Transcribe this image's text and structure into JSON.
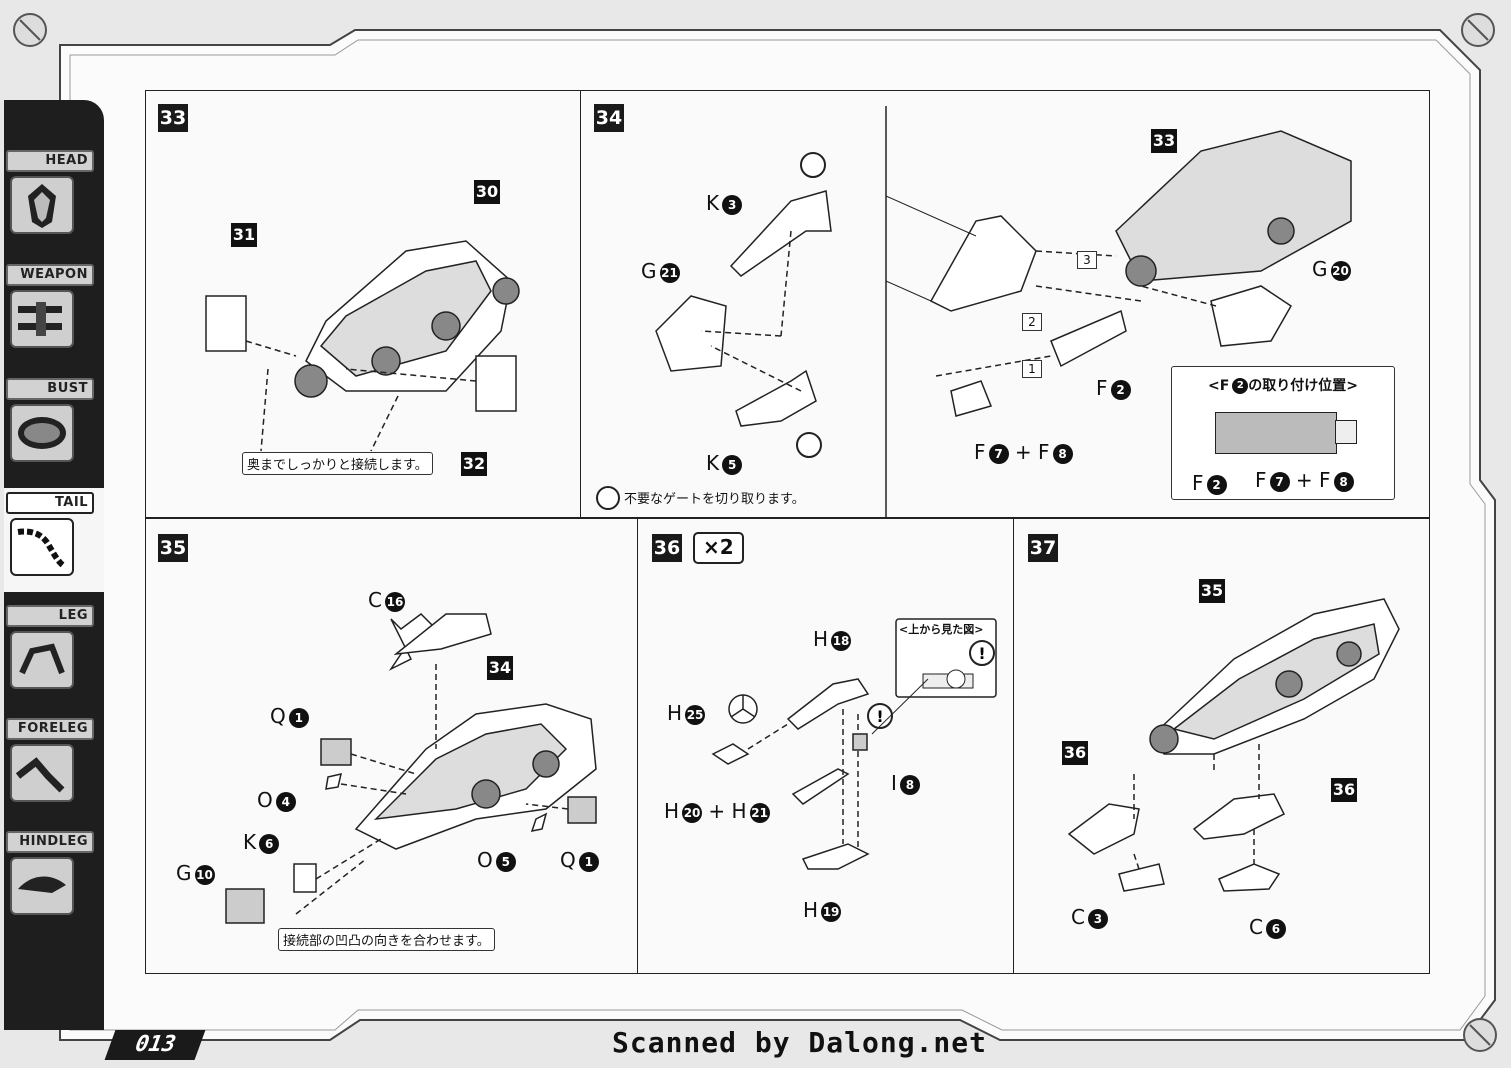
{
  "page_number": "013",
  "credit": "Scanned by Dalong.net",
  "sidebar": {
    "items": [
      {
        "label": "HEAD",
        "icon": "head-icon"
      },
      {
        "label": "WEAPON",
        "icon": "weapon-icon"
      },
      {
        "label": "BUST",
        "icon": "bust-icon"
      },
      {
        "label": "TAIL",
        "icon": "tail-icon",
        "active": true
      },
      {
        "label": "LEG",
        "icon": "leg-icon"
      },
      {
        "label": "FORELEG",
        "icon": "foreleg-icon"
      },
      {
        "label": "HINDLEG",
        "icon": "hindleg-icon"
      }
    ]
  },
  "steps": {
    "s33": {
      "number": "33",
      "part_refs": [
        "30",
        "31",
        "32"
      ],
      "note": "奥までしっかりと接続します。"
    },
    "s34": {
      "number": "34",
      "labels": {
        "k3": "K",
        "k3n": "3",
        "g21": "G",
        "g21n": "21",
        "k5": "K",
        "k5n": "5",
        "ref33": "33",
        "g20": "G",
        "g20n": "20",
        "f2": "F",
        "f2n": "2",
        "f7f8_a": "F",
        "f7n": "7",
        "plus": "+",
        "f7f8_b": "F",
        "f8n": "8",
        "order1": "1",
        "order2": "2",
        "order3": "3"
      },
      "gate_note": "不要なゲートを切り取ります。",
      "detail": {
        "title_pre": "<F",
        "title_num": "2",
        "title_post": "の取り付け位置>",
        "f2": "F",
        "f2n": "2",
        "f7": "F",
        "f7n": "7",
        "plus": "+",
        "f8": "F",
        "f8n": "8"
      }
    },
    "s35": {
      "number": "35",
      "labels": {
        "c16": "C",
        "c16n": "16",
        "ref34": "34",
        "q1a": "Q",
        "q1an": "1",
        "o4": "O",
        "o4n": "4",
        "k6": "K",
        "k6n": "6",
        "g10": "G",
        "g10n": "10",
        "o5": "O",
        "o5n": "5",
        "q1b": "Q",
        "q1bn": "1"
      },
      "note": "接続部の凹凸の向きを合わせます。"
    },
    "s36": {
      "number": "36",
      "multiplier": "×2",
      "labels": {
        "h18": "H",
        "h18n": "18",
        "h25": "H",
        "h25n": "25",
        "h20": "H",
        "h20n": "20",
        "plus": "+",
        "h21": "H",
        "h21n": "21",
        "i8": "I",
        "i8n": "8",
        "h19": "H",
        "h19n": "19"
      },
      "detail_title": "<上から見た図>"
    },
    "s37": {
      "number": "37",
      "labels": {
        "ref35": "35",
        "ref36a": "36",
        "ref36b": "36",
        "c3": "C",
        "c3n": "3",
        "c6": "C",
        "c6n": "6"
      }
    }
  }
}
